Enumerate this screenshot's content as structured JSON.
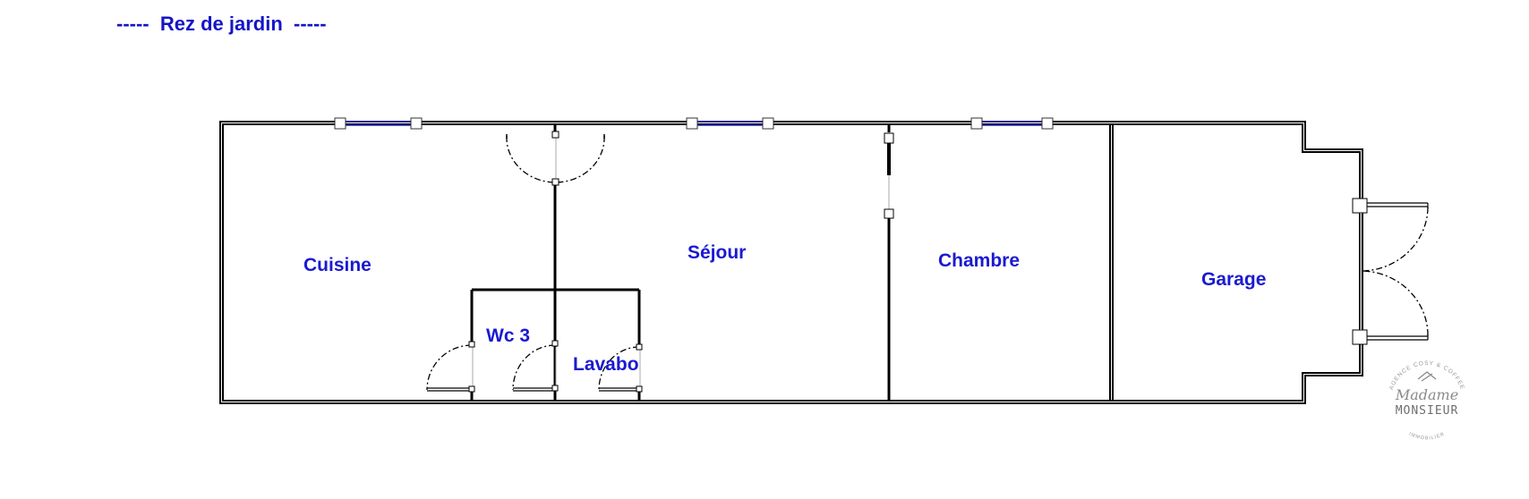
{
  "plan_title": "-----  Rez de jardin  -----",
  "rooms": {
    "cuisine": "Cuisine",
    "sejour": "Séjour",
    "chambre": "Chambre",
    "garage": "Garage",
    "wc": "Wc 3",
    "lavabo": "Lavabo"
  },
  "logo": {
    "line1": "Madame",
    "line2": "MONSIEUR",
    "arc_top": "AGENCE COSY & COFFEE",
    "arc_bottom": "IMMOBILIER"
  },
  "colors": {
    "label": "#1a1ad2",
    "wall": "#000000",
    "window": "#2020c0",
    "logo": "#8a8a8a"
  }
}
